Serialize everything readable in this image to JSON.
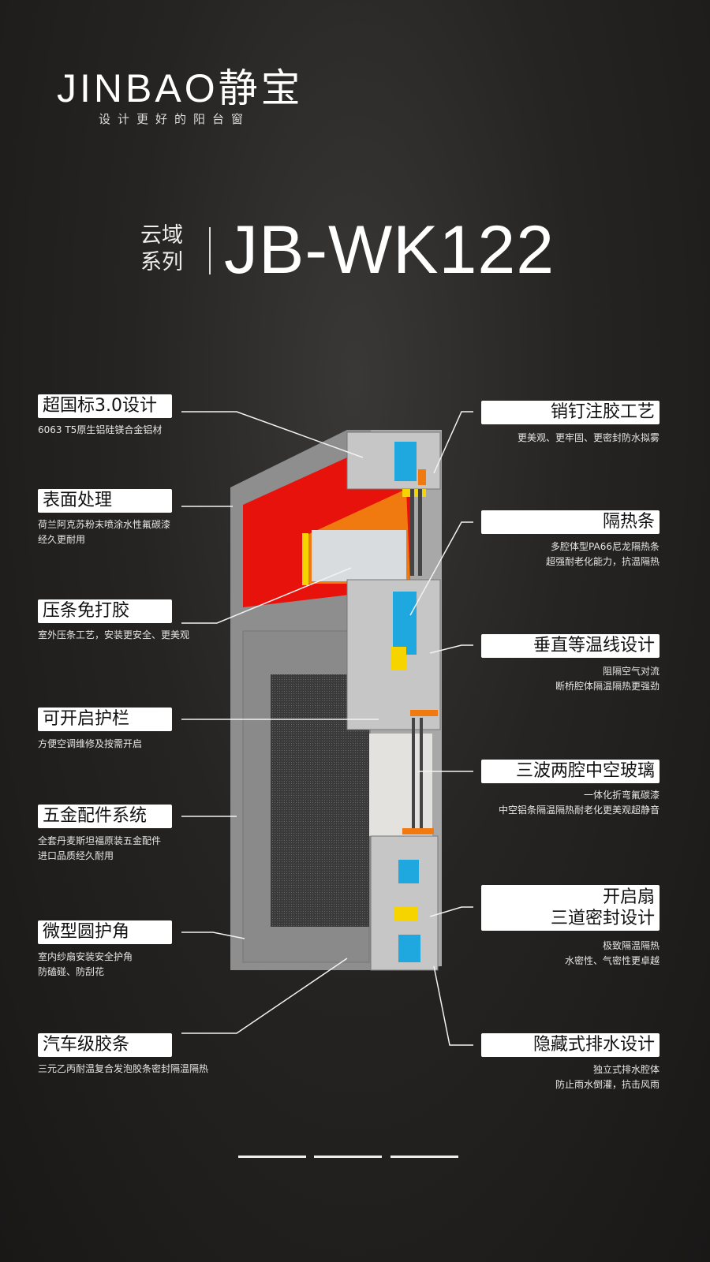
{
  "brand": {
    "logo": "JINBAO静宝",
    "tagline": "设计更好的阳台窗"
  },
  "series": {
    "name_line1": "云域",
    "name_line2": "系列",
    "model": "JB-WK122"
  },
  "features_left": [
    {
      "title": "超国标3.0设计",
      "desc": [
        "6063 T5原生铝硅镁合金铝材"
      ]
    },
    {
      "title": "表面处理",
      "desc": [
        "荷兰阿克苏粉末喷涂水性氟碳漆",
        "经久更耐用"
      ]
    },
    {
      "title": "压条免打胶",
      "desc": [
        "室外压条工艺，安装更安全、更美观"
      ]
    },
    {
      "title": "可开启护栏",
      "desc": [
        "方便空调维修及按需开启"
      ]
    },
    {
      "title": "五金配件系统",
      "desc": [
        "全套丹麦斯坦福原装五金配件",
        "进口品质经久耐用"
      ]
    },
    {
      "title": "微型圆护角",
      "desc": [
        "室内纱扇安装安全护角",
        "防磕碰、防刮花"
      ]
    },
    {
      "title": "汽车级胶条",
      "desc": [
        "三元乙丙耐温复合发泡胶条密封隔温隔热"
      ]
    }
  ],
  "features_right": [
    {
      "title": "销钉注胶工艺",
      "desc": [
        "更美观、更牢固、更密封防水拟雾"
      ]
    },
    {
      "title": "隔热条",
      "desc": [
        "多腔体型PA66尼龙隔热条",
        "超强耐老化能力，抗温隔热"
      ]
    },
    {
      "title": "垂直等温线设计",
      "desc": [
        "阻隔空气对流",
        "断桥腔体隔温隔热更强劲"
      ]
    },
    {
      "title": "三波两腔中空玻璃",
      "desc": [
        "一体化折弯氟碳漆",
        "中空铝条隔温隔热耐老化更美观超静音"
      ]
    },
    {
      "title": "开启扇",
      "title2": "三道密封设计",
      "desc": [
        "极致隔温隔热",
        "水密性、气密性更卓越"
      ]
    },
    {
      "title": "隐藏式排水设计",
      "desc": [
        "独立式排水腔体",
        "防止雨水倒灌，抗击风雨"
      ]
    }
  ],
  "colors": {
    "background": "#262422",
    "accent_red": "#e8120c",
    "insulation_blue": "#1fa7e0",
    "profile_grey": "#9a9a9a"
  }
}
